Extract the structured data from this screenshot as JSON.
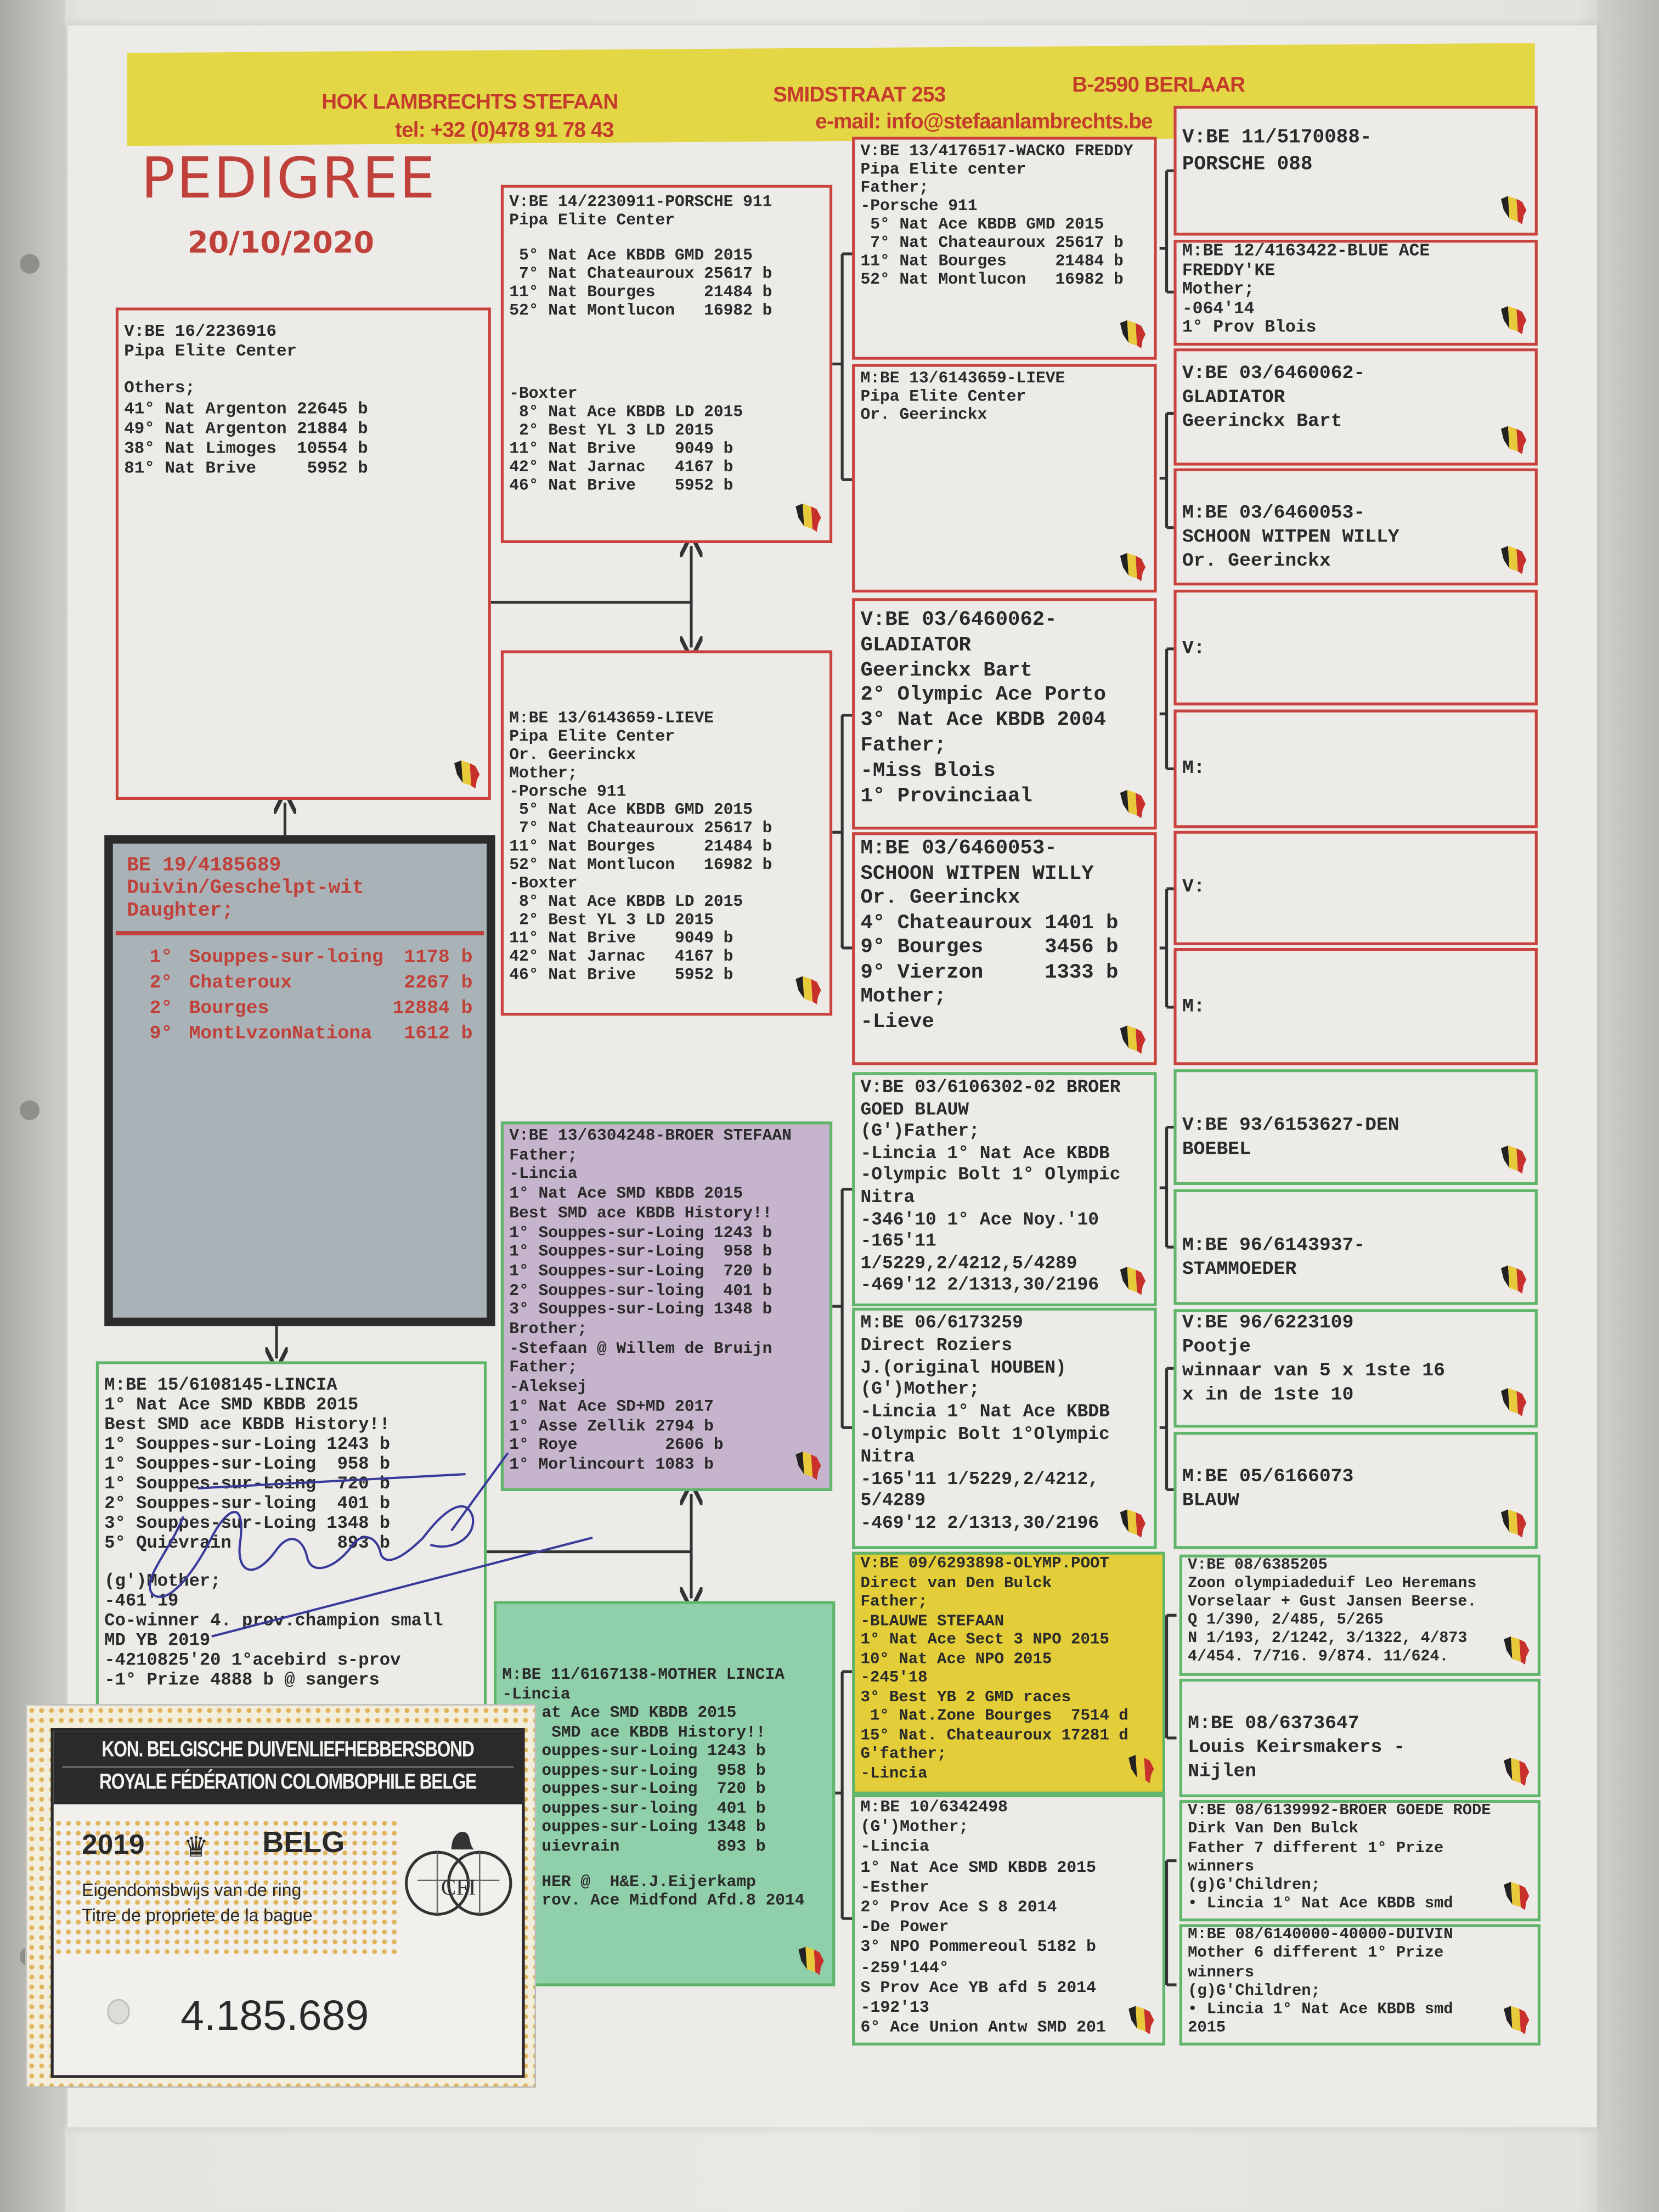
{
  "header": {
    "name": "HOK LAMBRECHTS STEFAAN",
    "street": "SMIDSTRAAT 253",
    "city": "B-2590 BERLAAR",
    "phone": "tel: +32 (0)478 91 78 43",
    "email": "e-mail: info@stefaanlambrechts.be"
  },
  "title": "PEDIGREE",
  "date": "20/10/2020",
  "colors": {
    "header_band": "#e4d746",
    "header_text": "#c43b2c",
    "sire_line_border": "#c9423d",
    "dam_line_border": "#5fb56a",
    "subject_bg": "#a9b3b7",
    "signature": "#3a3a9a"
  },
  "subject": {
    "ring": "BE 19/4185689",
    "lines": [
      "Duivin/Geschelpt-wit",
      "Daughter;"
    ],
    "results": [
      {
        "place": "1°",
        "race": "Souppes-sur-loing",
        "birds": "1178 b"
      },
      {
        "place": "2°",
        "race": "Chateroux",
        "birds": "2267 b"
      },
      {
        "place": "2°",
        "race": "Bourges",
        "birds": "12884 b"
      },
      {
        "place": "9°",
        "race": "MontLvzonNationa",
        "birds": "1612 b"
      }
    ]
  },
  "boxes": {
    "sire": {
      "lines": [
        "V:BE 16/2236916",
        "Pipa Elite Center",
        "",
        "Others;",
        "41° Nat Argenton 22645 b",
        "49° Nat Argenton 21884 b",
        "38° Nat Limoges  10554 b",
        "81° Nat Brive     5952 b"
      ]
    },
    "dam": {
      "lines": [
        "M:BE 15/6108145-LINCIA",
        "1° Nat Ace SMD KBDB 2015",
        "Best SMD ace KBDB History!!",
        "1° Souppes-sur-Loing 1243 b",
        "1° Souppes-sur-Loing  958 b",
        "1° Souppes-sur-Loing  720 b",
        "2° Souppes-sur-loing  401 b",
        "3° Souppes-sur-Loing 1348 b",
        "5° Quievrain          893 b",
        "",
        "(g')Mother;",
        "-461'19",
        "Co-winner 4. prov.champion small",
        "MD YB 2019",
        "-4210825'20 1°acebird s-prov",
        "-1° Prize 4888 b @ sangers"
      ]
    },
    "porsche911": {
      "lines": [
        "V:BE 14/2230911-PORSCHE 911",
        "Pipa Elite Center",
        "",
        " 5° Nat Ace KBDB GMD 2015",
        " 7° Nat Chateauroux 25617 b",
        "11° Nat Bourges     21484 b",
        "52° Nat Montlucon   16982 b",
        "",
        "",
        "",
        "",
        "-Boxter",
        " 8° Nat Ace KBDB LD 2015",
        " 2° Best YL 3 LD 2015",
        "11° Nat Brive    9049 b",
        "42° Nat Jarnac   4167 b",
        "46° Nat Brive    5952 b"
      ]
    },
    "lieve": {
      "lines": [
        "M:BE 13/6143659-LIEVE",
        "Pipa Elite Center",
        "Or. Geerinckx",
        "Mother;",
        "-Porsche 911",
        " 5° Nat Ace KBDB GMD 2015",
        " 7° Nat Chateauroux 25617 b",
        "11° Nat Bourges     21484 b",
        "52° Nat Montlucon   16982 b",
        "-Boxter",
        " 8° Nat Ace KBDB LD 2015",
        " 2° Best YL 3 LD 2015",
        "11° Nat Brive    9049 b",
        "42° Nat Jarnac   4167 b",
        "46° Nat Brive    5952 b"
      ]
    },
    "broer_stefaan": {
      "lines": [
        "V:BE 13/6304248-BROER STEFAAN",
        "Father;",
        "-Lincia",
        "1° Nat Ace SMD KBDB 2015",
        "Best SMD ace KBDB History!!",
        "1° Souppes-sur-Loing 1243 b",
        "1° Souppes-sur-Loing  958 b",
        "1° Souppes-sur-Loing  720 b",
        "2° Souppes-sur-loing  401 b",
        "3° Souppes-sur-Loing 1348 b",
        "Brother;",
        "-Stefaan @ Willem de Bruijn",
        "Father;",
        "-Aleksej",
        "1° Nat Ace SD+MD 2017",
        "1° Asse Zellik 2794 b",
        "1° Roye         2606 b",
        "1° Morlincourt 1083 b"
      ]
    },
    "mother_lincia": {
      "lines": [
        "M:BE 11/6167138-MOTHER LINCIA",
        "-Lincia",
        "at Ace SMD KBDB 2015",
        " SMD ace KBDB History!!",
        "ouppes-sur-Loing 1243 b",
        "ouppes-sur-Loing  958 b",
        "ouppes-sur-Loing  720 b",
        "ouppes-sur-loing  401 b",
        "ouppes-sur-Loing 1348 b",
        "uievrain          893 b",
        "",
        "HER @  H&E.J.Eijerkamp",
        "rov. Ace Midfond Afd.8 2014"
      ]
    },
    "wacko": {
      "lines": [
        "V:BE 13/4176517-WACKO FREDDY",
        "Pipa Elite center",
        "Father;",
        "-Porsche 911",
        " 5° Nat Ace KBDB GMD 2015",
        " 7° Nat Chateauroux 25617 b",
        "11° Nat Bourges     21484 b",
        "52° Nat Montlucon   16982 b"
      ]
    },
    "lieve3": {
      "lines": [
        "M:BE 13/6143659-LIEVE",
        "Pipa Elite Center",
        "Or. Geerinckx"
      ]
    },
    "gladiator": {
      "lines": [
        "V:BE 03/6460062-",
        "GLADIATOR",
        "Geerinckx Bart",
        "2° Olympic Ace Porto",
        "3° Nat Ace KBDB 2004",
        "Father;",
        "-Miss Blois",
        "1° Provinciaal"
      ]
    },
    "schoon": {
      "lines": [
        "M:BE 03/6460053-",
        "SCHOON WITPEN WILLY",
        "Or. Geerinckx",
        "4° Chateauroux 1401 b",
        "9° Bourges     3456 b",
        "9° Vierzon     1333 b",
        "Mother;",
        "-Lieve"
      ]
    },
    "goed_blauw": {
      "lines": [
        "V:BE 03/6106302-02 BROER",
        "GOED BLAUW",
        "(G')Father;",
        "-Lincia 1° Nat Ace KBDB",
        "-Olympic Bolt 1° Olympic",
        "Nitra",
        "-346'10 1° Ace Noy.'10",
        "-165'11",
        "1/5229,2/4212,5/4289",
        "-469'12 2/1313,30/2196"
      ]
    },
    "m6173259": {
      "lines": [
        "M:BE 06/6173259",
        "Direct Roziers",
        "J.(original HOUBEN)",
        "(G')Mother;",
        "-Lincia 1° Nat Ace KBDB",
        "-Olympic Bolt 1°Olympic",
        "Nitra",
        "-165'11 1/5229,2/4212,",
        "5/4289",
        "-469'12 2/1313,30/2196"
      ]
    },
    "olymp_poot": {
      "lines": [
        "V:BE 09/6293898-OLYMP.POOT",
        "Direct van Den Bulck",
        "Father;",
        "-BLAUWE STEFAAN",
        "1° Nat Ace Sect 3 NPO 2015",
        "10° Nat Ace NPO 2015",
        "-245'18",
        "3° Best YB 2 GMD races",
        " 1° Nat.Zone Bourges  7514 d",
        "15° Nat. Chateauroux 17281 d",
        "G'father;",
        "-Lincia"
      ]
    },
    "m6342498": {
      "lines": [
        "M:BE 10/6342498",
        "(G')Mother;",
        "-Lincia",
        "1° Nat Ace SMD KBDB 2015",
        "-Esther",
        "2° Prov Ace S 8 2014",
        "-De Power",
        "3° NPO Pommereoul 5182 b",
        "-259'144°",
        "S Prov Ace YB afd 5 2014",
        "-192'13",
        "6° Ace Union Antw SMD 201"
      ]
    },
    "porsche088": {
      "lines": [
        "V:BE 11/5170088-",
        "PORSCHE 088"
      ]
    },
    "blue_ace": {
      "lines": [
        "M:BE 12/4163422-BLUE ACE",
        "FREDDY'KE",
        "Mother;",
        "-064'14",
        "1° Prov Blois"
      ]
    },
    "gladiator4": {
      "lines": [
        "V:BE 03/6460062-",
        "GLADIATOR",
        "Geerinckx Bart"
      ]
    },
    "schoon4": {
      "lines": [
        "M:BE 03/6460053-",
        "SCHOON WITPEN WILLY",
        "Or. Geerinckx"
      ]
    },
    "v_empty1": {
      "lines": [
        "V:"
      ]
    },
    "m_empty1": {
      "lines": [
        "M:"
      ]
    },
    "v_empty2": {
      "lines": [
        "V:"
      ]
    },
    "m_empty2": {
      "lines": [
        "M:"
      ]
    },
    "den_boebel": {
      "lines": [
        "V:BE 93/6153627-DEN",
        "BOEBEL"
      ]
    },
    "stammoeder": {
      "lines": [
        "M:BE 96/6143937-",
        "STAMMOEDER"
      ]
    },
    "pootje": {
      "lines": [
        "V:BE 96/6223109",
        "Pootje",
        "winnaar van 5 x 1ste 16",
        "x in de 1ste 10"
      ]
    },
    "blauw": {
      "lines": [
        "M:BE 05/6166073",
        "BLAUW"
      ]
    },
    "v6385205": {
      "lines": [
        "V:BE 08/6385205",
        "Zoon olympiadeduif Leo Heremans",
        "Vorselaar + Gust Jansen Beerse.",
        "Q 1/390, 2/485, 5/265",
        "N 1/193, 2/1242, 3/1322, 4/873",
        "4/454. 7/716. 9/874. 11/624."
      ]
    },
    "m6373647": {
      "lines": [
        "M:BE 08/6373647",
        "Louis Keirsmakers -",
        "Nijlen"
      ]
    },
    "broer_goede_rode": {
      "lines": [
        "V:BE 08/6139992-BROER GOEDE RODE",
        "Dirk Van Den Bulck",
        "Father 7 different 1° Prize",
        "winners",
        "(g)G'Children;",
        "• Lincia 1° Nat Ace KBDB smd"
      ]
    },
    "duivin": {
      "lines": [
        "M:BE 08/6140000-40000-DUIVIN",
        "Mother 6 different 1° Prize",
        "winners",
        "(g)G'Children;",
        "• Lincia 1° Nat Ace KBDB smd",
        "2015"
      ]
    }
  },
  "ring_card": {
    "line1": "KON. BELGISCHE DUIVENLIEFHEBBERSBOND",
    "line2": "ROYALE FÉDÉRATION COLOMBOPHILE BELGE",
    "year": "2019",
    "country": "BELG",
    "nl": "Eigendomsbwijs van de ring",
    "fr": "Titre de propriete de la bague",
    "number": "4.185.689",
    "logo": "FCI",
    "crown_icon": "crown-icon"
  }
}
